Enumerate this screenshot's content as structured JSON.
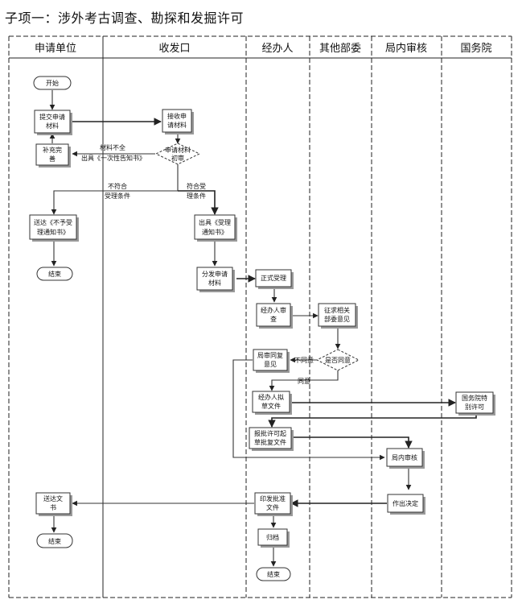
{
  "title": "子项一：涉外考古调查、勘探和发掘许可",
  "lanes": [
    {
      "id": "applicant",
      "label": "申请单位"
    },
    {
      "id": "intake",
      "label": "收发口"
    },
    {
      "id": "handler",
      "label": "经办人"
    },
    {
      "id": "other_depts",
      "label": "其他部委"
    },
    {
      "id": "bureau_review",
      "label": "局内审核"
    },
    {
      "id": "state_council",
      "label": "国务院"
    }
  ],
  "nodes": {
    "start": "开始",
    "submit_materials": [
      "提交申请",
      "材料"
    ],
    "supplement": [
      "补充完",
      "善"
    ],
    "receive_materials": [
      "接收申",
      "请材料"
    ],
    "preliminary_review": [
      "申请材料",
      "初审"
    ],
    "notice_not_accepted": [
      "送达《不予受",
      "理通知书》"
    ],
    "end_1": "结束",
    "issue_acceptance": [
      "出具《受理",
      "通知书》"
    ],
    "distribute_materials": [
      "分发申请",
      "材料"
    ],
    "formal_accept": "正式受理",
    "handler_review": [
      "经办人审",
      "查"
    ],
    "request_opinions": [
      "征求相关",
      "部委意见"
    ],
    "agree_decision": "是否同意",
    "bureau_reply": [
      "局审同复",
      "意见"
    ],
    "handler_draft": [
      "经办人拟",
      "草文件"
    ],
    "state_council_approval": [
      "国务院特",
      "别许可"
    ],
    "draft_permit": [
      "报批许可起",
      "草批复文件"
    ],
    "bureau_review_box": "局内审核",
    "decision": "作出决定",
    "issue_document": [
      "印发批准",
      "文件"
    ],
    "deliver_document": [
      "送达文",
      "书"
    ],
    "end_2": "结束",
    "archive": "归档",
    "end_3": "结束"
  },
  "edge_labels": {
    "incomplete": [
      "材料不全",
      "出具《一次性告知书》"
    ],
    "not_meet": [
      "不符合",
      "受理条件"
    ],
    "meet": [
      "符合受",
      "理条件"
    ],
    "disagree": "不同意",
    "agree": "同意"
  }
}
